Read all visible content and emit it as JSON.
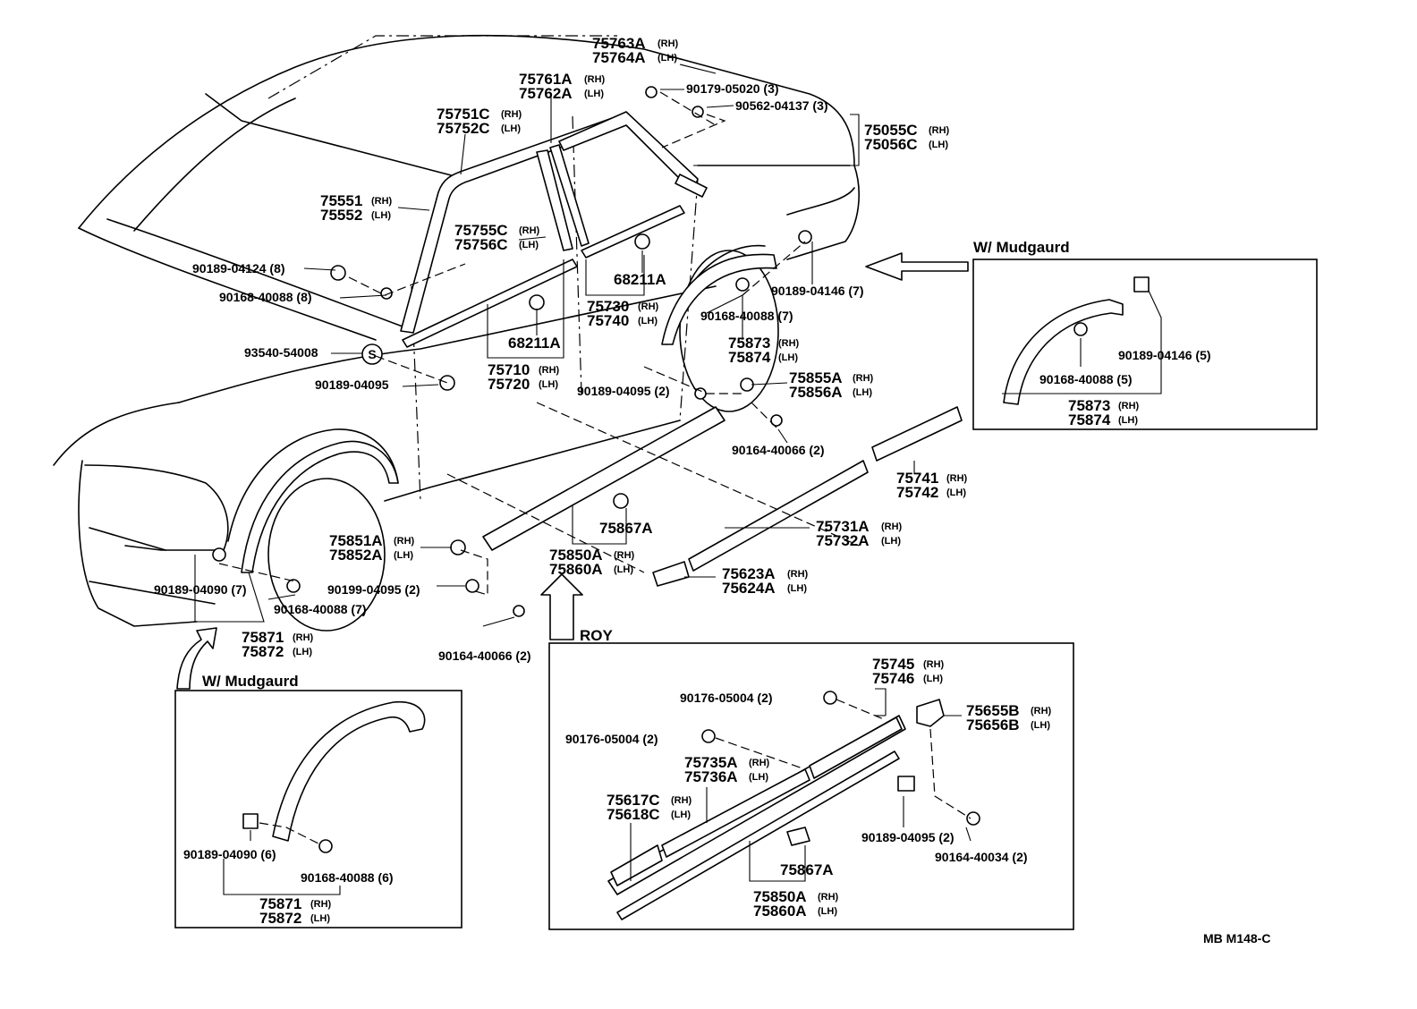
{
  "labels": {
    "p75763A": "75763A",
    "p75764A": "75764A",
    "p75761A": "75761A",
    "p75762A": "75762A",
    "p75751C": "75751C",
    "p75752C": "75752C",
    "p75551": "75551",
    "p75552": "75552",
    "p75755C": "75755C",
    "p75756C": "75756C",
    "p75055C": "75055C",
    "p75056C": "75056C",
    "p90179_05020": "90179-05020 (3)",
    "p90562_04137": "90562-04137 (3)",
    "p68211A_a": "68211A",
    "p68211A_b": "68211A",
    "p75730": "75730",
    "p75740": "75740",
    "p90189_04124": "90189-04124 (8)",
    "p90168_40088_8": "90168-40088 (8)",
    "p93540_54008": "93540-54008",
    "p90189_04095_a": "90189-04095",
    "p75710": "75710",
    "p75720": "75720",
    "p90189_04146_7": "90189-04146 (7)",
    "p90168_40088_7a": "90168-40088 (7)",
    "p75873": "75873",
    "p75874": "75874",
    "p90189_04095_2": "90189-04095 (2)",
    "p75855A": "75855A",
    "p75856A": "75856A",
    "p90164_40066_2a": "90164-40066 (2)",
    "p75741": "75741",
    "p75742": "75742",
    "p75867A_a": "75867A",
    "p75731A": "75731A",
    "p75732A": "75732A",
    "p75851A": "75851A",
    "p75852A": "75852A",
    "p75850A_a": "75850A",
    "p75860A_a": "75860A",
    "p75623A": "75623A",
    "p75624A": "75624A",
    "p90189_04090_7": "90189-04090 (7)",
    "p90199_04095": "90199-04095 (2)",
    "p90168_40088_7b": "90168-40088 (7)",
    "p75871_a": "75871",
    "p75872_a": "75872",
    "p90164_40066_2b": "90164-40066 (2)",
    "roy": "ROY",
    "mud_right_title": "W/ Mudgaurd",
    "mud_r_90189_04146": "90189-04146 (5)",
    "mud_r_90168_40088": "90168-40088 (5)",
    "mud_r_75873": "75873",
    "mud_r_75874": "75874",
    "mud_left_title": "W/ Mudgaurd",
    "mud_l_90189_04090": "90189-04090 (6)",
    "mud_l_90168_40088": "90168-40088 (6)",
    "mud_l_75871": "75871",
    "mud_l_75872": "75872",
    "roy_75745": "75745",
    "roy_75746": "75746",
    "roy_90176_a": "90176-05004 (2)",
    "roy_90176_b": "90176-05004 (2)",
    "roy_75655B": "75655B",
    "roy_75656B": "75656B",
    "roy_75735A": "75735A",
    "roy_75736A": "75736A",
    "roy_75617C": "75617C",
    "roy_75618C": "75618C",
    "roy_90189_04095": "90189-04095 (2)",
    "roy_90164_40034": "90164-40034 (2)",
    "roy_75867A": "75867A",
    "roy_75850A": "75850A",
    "roy_75860A": "75860A",
    "footer_code": "MB  M148-C",
    "rh": "(RH)",
    "lh": "(LH)",
    "s_symbol": "S"
  }
}
